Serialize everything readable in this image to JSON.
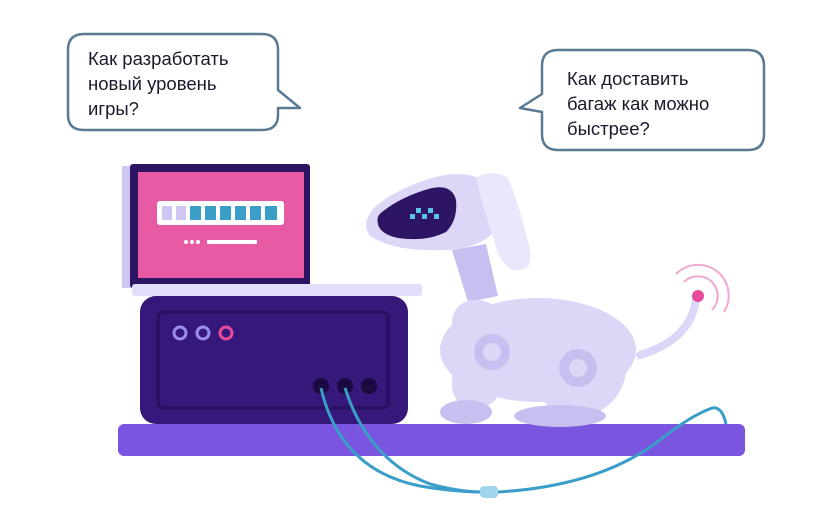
{
  "bubbles": {
    "left": {
      "lines": [
        "Как разработать",
        "новый уровень",
        "игры?"
      ]
    },
    "right": {
      "lines": [
        "Как доставить",
        "багаж как можно",
        "быстрее?"
      ]
    }
  },
  "colors": {
    "bubble_border": "#5a7a93",
    "bubble_fill": "#ffffff",
    "table": "#7a55e0",
    "server_box": "#35187a",
    "laptop_frame": "#2d1564",
    "laptop_screen": "#e95aa5",
    "robot_body": "#dcd6f7",
    "robot_shade": "#c7bff0",
    "cable": "#3a9ec9",
    "signal": "#e84a9a"
  },
  "icons": {
    "progress_bar": "loading-bar-icon",
    "dots": "ellipsis-icon",
    "signal": "radio-signal-icon"
  }
}
